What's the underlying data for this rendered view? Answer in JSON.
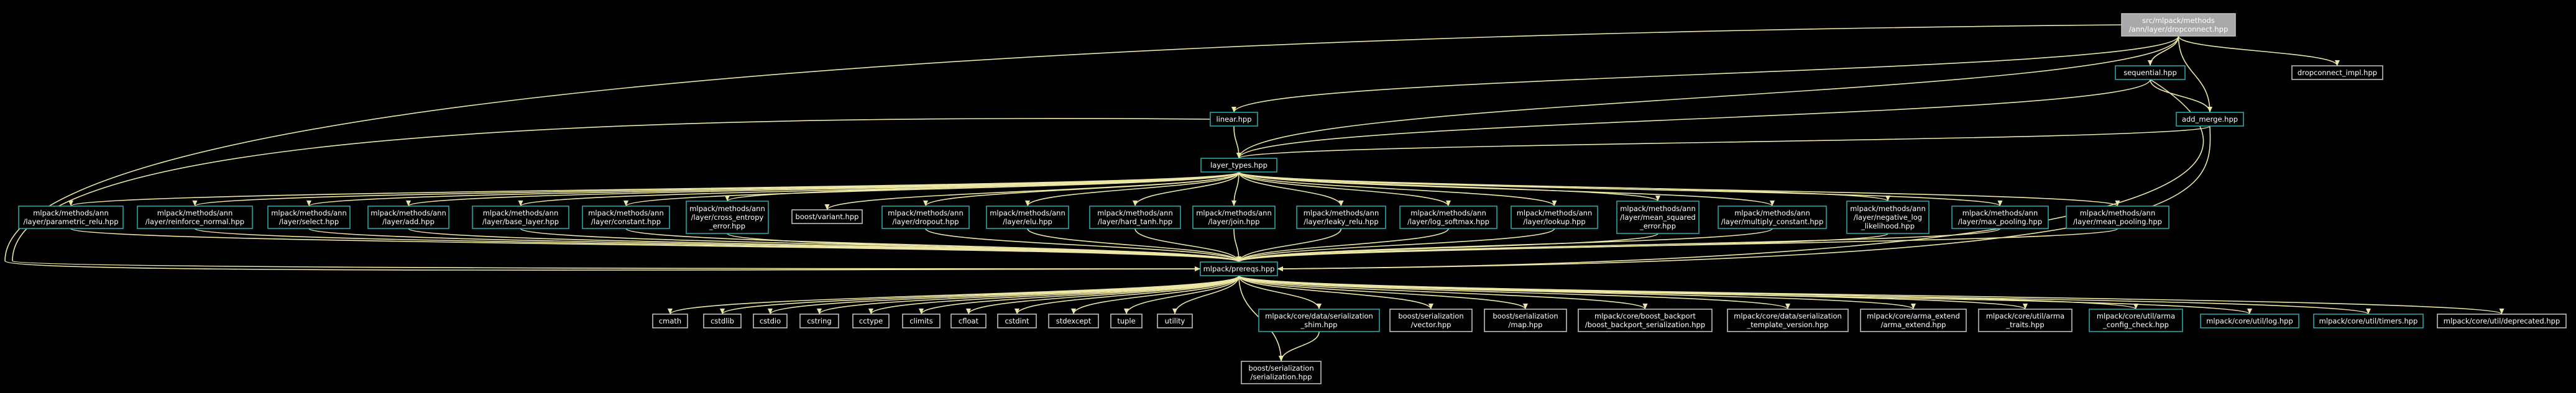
{
  "colors": {
    "background": "#000000",
    "edge": "#ede7a6",
    "linked_border": "#2aa2a8",
    "plain_border": "#bfbfbf",
    "root_fill": "#a9a9a9",
    "text": "#ffffff"
  },
  "nodes": [
    {
      "id": "root",
      "lines": [
        "src/mlpack/methods",
        "/ann/layer/dropconnect.hpp"
      ],
      "kind": "root"
    },
    {
      "id": "sequential",
      "lines": [
        "sequential.hpp"
      ],
      "kind": "linked"
    },
    {
      "id": "dropconnect_impl",
      "lines": [
        "dropconnect_impl.hpp"
      ],
      "kind": "plain"
    },
    {
      "id": "linear",
      "lines": [
        "linear.hpp"
      ],
      "kind": "linked"
    },
    {
      "id": "add_merge",
      "lines": [
        "add_merge.hpp"
      ],
      "kind": "linked"
    },
    {
      "id": "layer_types",
      "lines": [
        "layer_types.hpp"
      ],
      "kind": "linked"
    },
    {
      "id": "parametric_relu",
      "lines": [
        "mlpack/methods/ann",
        "/layer/parametric_relu.hpp"
      ],
      "kind": "linked"
    },
    {
      "id": "reinforce_normal",
      "lines": [
        "mlpack/methods/ann",
        "/layer/reinforce_normal.hpp"
      ],
      "kind": "linked"
    },
    {
      "id": "select",
      "lines": [
        "mlpack/methods/ann",
        "/layer/select.hpp"
      ],
      "kind": "linked"
    },
    {
      "id": "add",
      "lines": [
        "mlpack/methods/ann",
        "/layer/add.hpp"
      ],
      "kind": "linked"
    },
    {
      "id": "base_layer",
      "lines": [
        "mlpack/methods/ann",
        "/layer/base_layer.hpp"
      ],
      "kind": "linked"
    },
    {
      "id": "constant",
      "lines": [
        "mlpack/methods/ann",
        "/layer/constant.hpp"
      ],
      "kind": "linked"
    },
    {
      "id": "cross_entropy",
      "lines": [
        "mlpack/methods/ann",
        "/layer/cross_entropy",
        "_error.hpp"
      ],
      "kind": "linked"
    },
    {
      "id": "boost_variant",
      "lines": [
        "boost/variant.hpp"
      ],
      "kind": "plain"
    },
    {
      "id": "dropout",
      "lines": [
        "mlpack/methods/ann",
        "/layer/dropout.hpp"
      ],
      "kind": "linked"
    },
    {
      "id": "elu",
      "lines": [
        "mlpack/methods/ann",
        "/layer/elu.hpp"
      ],
      "kind": "linked"
    },
    {
      "id": "hard_tanh",
      "lines": [
        "mlpack/methods/ann",
        "/layer/hard_tanh.hpp"
      ],
      "kind": "linked"
    },
    {
      "id": "join",
      "lines": [
        "mlpack/methods/ann",
        "/layer/join.hpp"
      ],
      "kind": "linked"
    },
    {
      "id": "leaky_relu",
      "lines": [
        "mlpack/methods/ann",
        "/layer/leaky_relu.hpp"
      ],
      "kind": "linked"
    },
    {
      "id": "log_softmax",
      "lines": [
        "mlpack/methods/ann",
        "/layer/log_softmax.hpp"
      ],
      "kind": "linked"
    },
    {
      "id": "lookup",
      "lines": [
        "mlpack/methods/ann",
        "/layer/lookup.hpp"
      ],
      "kind": "linked"
    },
    {
      "id": "mean_squared",
      "lines": [
        "mlpack/methods/ann",
        "/layer/mean_squared",
        "_error.hpp"
      ],
      "kind": "linked"
    },
    {
      "id": "multiply_constant",
      "lines": [
        "mlpack/methods/ann",
        "/layer/multiply_constant.hpp"
      ],
      "kind": "linked"
    },
    {
      "id": "negative_log",
      "lines": [
        "mlpack/methods/ann",
        "/layer/negative_log",
        "_likelihood.hpp"
      ],
      "kind": "linked"
    },
    {
      "id": "max_pooling",
      "lines": [
        "mlpack/methods/ann",
        "/layer/max_pooling.hpp"
      ],
      "kind": "linked"
    },
    {
      "id": "mean_pooling",
      "lines": [
        "mlpack/methods/ann",
        "/layer/mean_pooling.hpp"
      ],
      "kind": "linked"
    },
    {
      "id": "prereqs",
      "lines": [
        "mlpack/prereqs.hpp"
      ],
      "kind": "linked"
    },
    {
      "id": "cmath",
      "lines": [
        "cmath"
      ],
      "kind": "plain"
    },
    {
      "id": "cstdlib",
      "lines": [
        "cstdlib"
      ],
      "kind": "plain"
    },
    {
      "id": "cstdio",
      "lines": [
        "cstdio"
      ],
      "kind": "plain"
    },
    {
      "id": "cstring",
      "lines": [
        "cstring"
      ],
      "kind": "plain"
    },
    {
      "id": "cctype",
      "lines": [
        "cctype"
      ],
      "kind": "plain"
    },
    {
      "id": "climits",
      "lines": [
        "climits"
      ],
      "kind": "plain"
    },
    {
      "id": "cfloat",
      "lines": [
        "cfloat"
      ],
      "kind": "plain"
    },
    {
      "id": "cstdint",
      "lines": [
        "cstdint"
      ],
      "kind": "plain"
    },
    {
      "id": "stdexcept",
      "lines": [
        "stdexcept"
      ],
      "kind": "plain"
    },
    {
      "id": "tuple",
      "lines": [
        "tuple"
      ],
      "kind": "plain"
    },
    {
      "id": "utility",
      "lines": [
        "utility"
      ],
      "kind": "plain"
    },
    {
      "id": "serialization_shim",
      "lines": [
        "mlpack/core/data/serialization",
        "_shim.hpp"
      ],
      "kind": "linked"
    },
    {
      "id": "boost_vector",
      "lines": [
        "boost/serialization",
        "/vector.hpp"
      ],
      "kind": "plain"
    },
    {
      "id": "boost_map",
      "lines": [
        "boost/serialization",
        "/map.hpp"
      ],
      "kind": "plain"
    },
    {
      "id": "boost_backport",
      "lines": [
        "mlpack/core/boost_backport",
        "/boost_backport_serialization.hpp"
      ],
      "kind": "plain"
    },
    {
      "id": "template_version",
      "lines": [
        "mlpack/core/data/serialization",
        "_template_version.hpp"
      ],
      "kind": "plain"
    },
    {
      "id": "arma_extend",
      "lines": [
        "mlpack/core/arma_extend",
        "/arma_extend.hpp"
      ],
      "kind": "plain"
    },
    {
      "id": "arma_traits",
      "lines": [
        "mlpack/core/util/arma",
        "_traits.hpp"
      ],
      "kind": "plain"
    },
    {
      "id": "arma_config",
      "lines": [
        "mlpack/core/util/arma",
        "_config_check.hpp"
      ],
      "kind": "linked"
    },
    {
      "id": "log",
      "lines": [
        "mlpack/core/util/log.hpp"
      ],
      "kind": "linked"
    },
    {
      "id": "timers",
      "lines": [
        "mlpack/core/util/timers.hpp"
      ],
      "kind": "linked"
    },
    {
      "id": "deprecated",
      "lines": [
        "mlpack/core/util/deprecated.hpp"
      ],
      "kind": "plain"
    },
    {
      "id": "boost_serialization",
      "lines": [
        "boost/serialization",
        "/serialization.hpp"
      ],
      "kind": "plain"
    }
  ],
  "edges": [
    [
      "root",
      "sequential"
    ],
    [
      "root",
      "dropconnect_impl"
    ],
    [
      "root",
      "linear"
    ],
    [
      "root",
      "add_merge"
    ],
    [
      "root",
      "layer_types"
    ],
    [
      "root",
      "prereqs"
    ],
    [
      "sequential",
      "add_merge"
    ],
    [
      "sequential",
      "layer_types"
    ],
    [
      "sequential",
      "prereqs"
    ],
    [
      "linear",
      "layer_types"
    ],
    [
      "linear",
      "prereqs"
    ],
    [
      "add_merge",
      "layer_types"
    ],
    [
      "add_merge",
      "prereqs"
    ],
    [
      "layer_types",
      "parametric_relu"
    ],
    [
      "layer_types",
      "reinforce_normal"
    ],
    [
      "layer_types",
      "select"
    ],
    [
      "layer_types",
      "add"
    ],
    [
      "layer_types",
      "base_layer"
    ],
    [
      "layer_types",
      "constant"
    ],
    [
      "layer_types",
      "cross_entropy"
    ],
    [
      "layer_types",
      "boost_variant"
    ],
    [
      "layer_types",
      "dropout"
    ],
    [
      "layer_types",
      "elu"
    ],
    [
      "layer_types",
      "hard_tanh"
    ],
    [
      "layer_types",
      "join"
    ],
    [
      "layer_types",
      "leaky_relu"
    ],
    [
      "layer_types",
      "log_softmax"
    ],
    [
      "layer_types",
      "lookup"
    ],
    [
      "layer_types",
      "mean_squared"
    ],
    [
      "layer_types",
      "multiply_constant"
    ],
    [
      "layer_types",
      "negative_log"
    ],
    [
      "layer_types",
      "max_pooling"
    ],
    [
      "layer_types",
      "mean_pooling"
    ],
    [
      "parametric_relu",
      "prereqs"
    ],
    [
      "reinforce_normal",
      "prereqs"
    ],
    [
      "select",
      "prereqs"
    ],
    [
      "add",
      "prereqs"
    ],
    [
      "base_layer",
      "prereqs"
    ],
    [
      "constant",
      "prereqs"
    ],
    [
      "cross_entropy",
      "prereqs"
    ],
    [
      "dropout",
      "prereqs"
    ],
    [
      "elu",
      "prereqs"
    ],
    [
      "hard_tanh",
      "prereqs"
    ],
    [
      "join",
      "prereqs"
    ],
    [
      "leaky_relu",
      "prereqs"
    ],
    [
      "log_softmax",
      "prereqs"
    ],
    [
      "lookup",
      "prereqs"
    ],
    [
      "mean_squared",
      "prereqs"
    ],
    [
      "multiply_constant",
      "prereqs"
    ],
    [
      "negative_log",
      "prereqs"
    ],
    [
      "max_pooling",
      "prereqs"
    ],
    [
      "mean_pooling",
      "prereqs"
    ],
    [
      "prereqs",
      "cmath"
    ],
    [
      "prereqs",
      "cstdlib"
    ],
    [
      "prereqs",
      "cstdio"
    ],
    [
      "prereqs",
      "cstring"
    ],
    [
      "prereqs",
      "cctype"
    ],
    [
      "prereqs",
      "climits"
    ],
    [
      "prereqs",
      "cfloat"
    ],
    [
      "prereqs",
      "cstdint"
    ],
    [
      "prereqs",
      "stdexcept"
    ],
    [
      "prereqs",
      "tuple"
    ],
    [
      "prereqs",
      "utility"
    ],
    [
      "prereqs",
      "serialization_shim"
    ],
    [
      "prereqs",
      "boost_vector"
    ],
    [
      "prereqs",
      "boost_map"
    ],
    [
      "prereqs",
      "boost_backport"
    ],
    [
      "prereqs",
      "template_version"
    ],
    [
      "prereqs",
      "arma_extend"
    ],
    [
      "prereqs",
      "arma_traits"
    ],
    [
      "prereqs",
      "arma_config"
    ],
    [
      "prereqs",
      "log"
    ],
    [
      "prereqs",
      "timers"
    ],
    [
      "prereqs",
      "deprecated"
    ],
    [
      "prereqs",
      "boost_serialization"
    ],
    [
      "serialization_shim",
      "boost_serialization"
    ]
  ]
}
